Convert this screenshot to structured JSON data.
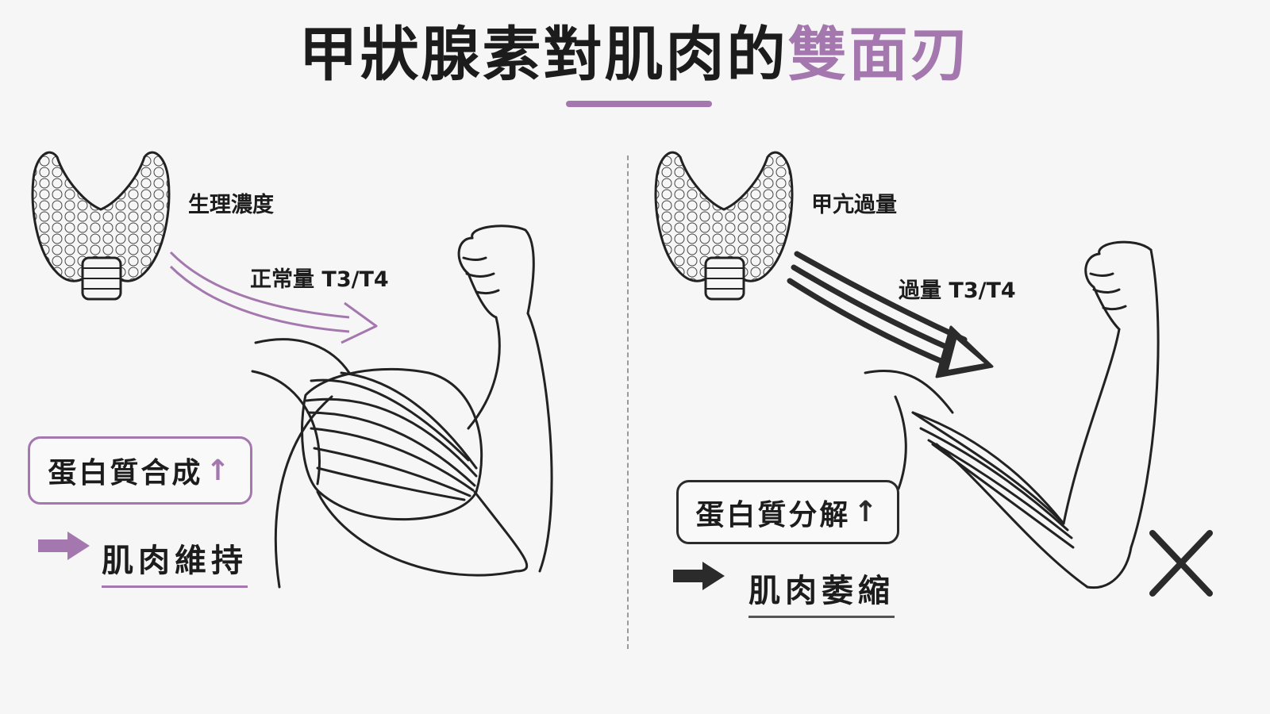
{
  "title": {
    "main": "甲狀腺素對肌肉的",
    "accent": "雙面刃"
  },
  "left_panel": {
    "gland_label": "生理濃度",
    "arrow_label": "正常量 T3/T4",
    "box_text": "蛋白質合成",
    "box_arrow": "↑",
    "result": "肌肉維持"
  },
  "right_panel": {
    "gland_label": "甲亢過量",
    "arrow_label": "過量 T3/T4",
    "box_text": "蛋白質分解",
    "box_arrow": "↑",
    "result": "肌肉萎縮"
  },
  "colors": {
    "accent": "#a478ae",
    "dark": "#2b2b2b",
    "background": "#f6f6f6"
  },
  "icons": [
    "thyroid-icon",
    "flexed-arm-illustration",
    "weak-arm-illustration",
    "cross-icon"
  ]
}
